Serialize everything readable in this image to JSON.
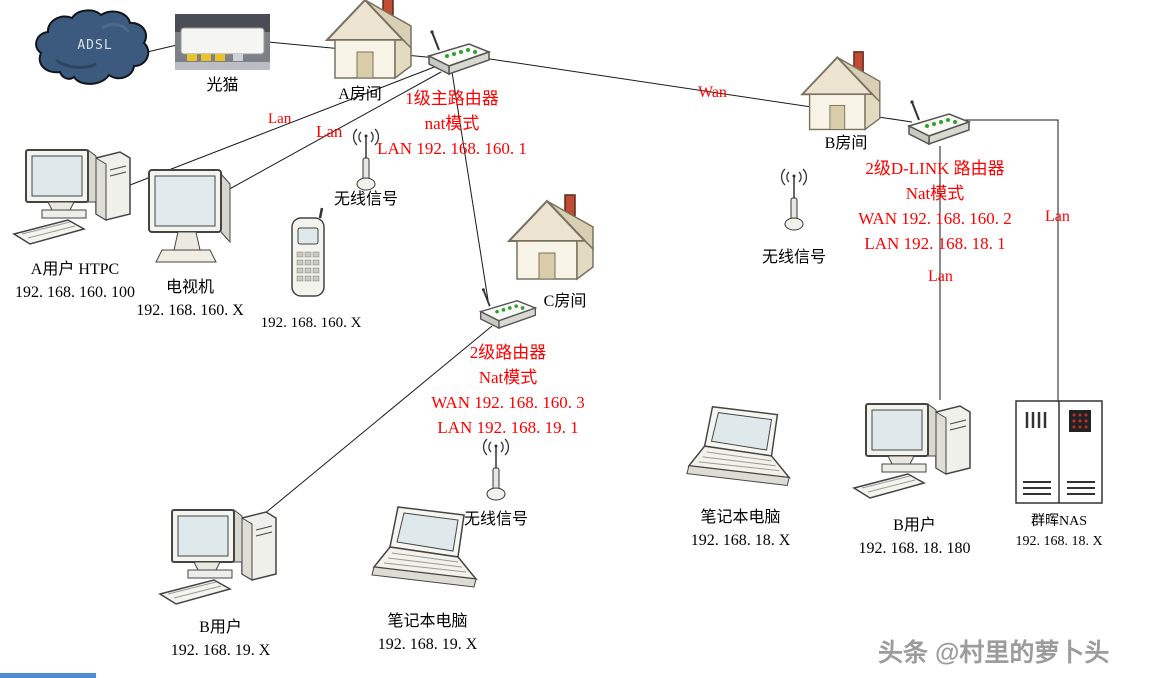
{
  "colors": {
    "annotation_red": "#fe0000",
    "line_black": "#000000",
    "cloud_navy": "#3c5a7d",
    "watermark_grey": "#9c9c9c",
    "bottom_bar_blue": "#4e8ece"
  },
  "watermark": "头条 @村里的萝卜头",
  "internet": {
    "cloud_label": "ADSL",
    "modem_label": "光猫"
  },
  "room_a": {
    "house_label": "A房间",
    "router": {
      "title": "1级主路由器",
      "mode": "nat模式",
      "lan": "LAN 192. 168. 160. 1"
    },
    "link_lan_1": "Lan",
    "link_lan_2": "Lan",
    "wifi_label": "无线信号",
    "htpc": {
      "name": "A用户 HTPC",
      "ip": "192. 168. 160. 100"
    },
    "tv": {
      "name": "电视机",
      "ip": "192. 168. 160. X"
    },
    "phone": {
      "ip": "192. 168. 160. X"
    }
  },
  "room_b": {
    "house_label": "B房间",
    "link_wan": "Wan",
    "router": {
      "title": "2级D-LINK 路由器",
      "mode": "Nat模式",
      "wan": "WAN 192. 168. 160. 2",
      "lan": "LAN 192. 168. 18. 1"
    },
    "link_lan_right": "Lan",
    "link_lan_down": "Lan",
    "wifi_label": "无线信号",
    "laptop": {
      "name": "笔记本电脑",
      "ip": "192. 168. 18. X"
    },
    "user_pc": {
      "name": "B用户",
      "ip": "192. 168. 18. 180"
    },
    "nas": {
      "name": "群晖NAS",
      "ip": "192. 168. 18. X"
    }
  },
  "room_c": {
    "house_label": "C房间",
    "router": {
      "title": "2级路由器",
      "mode": "Nat模式",
      "wan": "WAN 192. 168. 160. 3",
      "lan": "LAN 192. 168. 19. 1"
    },
    "wifi_label": "无线信号",
    "user_pc": {
      "name": "B用户",
      "ip": "192. 168. 19. X"
    },
    "laptop": {
      "name": "笔记本电脑",
      "ip": "192. 168. 19. X"
    }
  }
}
